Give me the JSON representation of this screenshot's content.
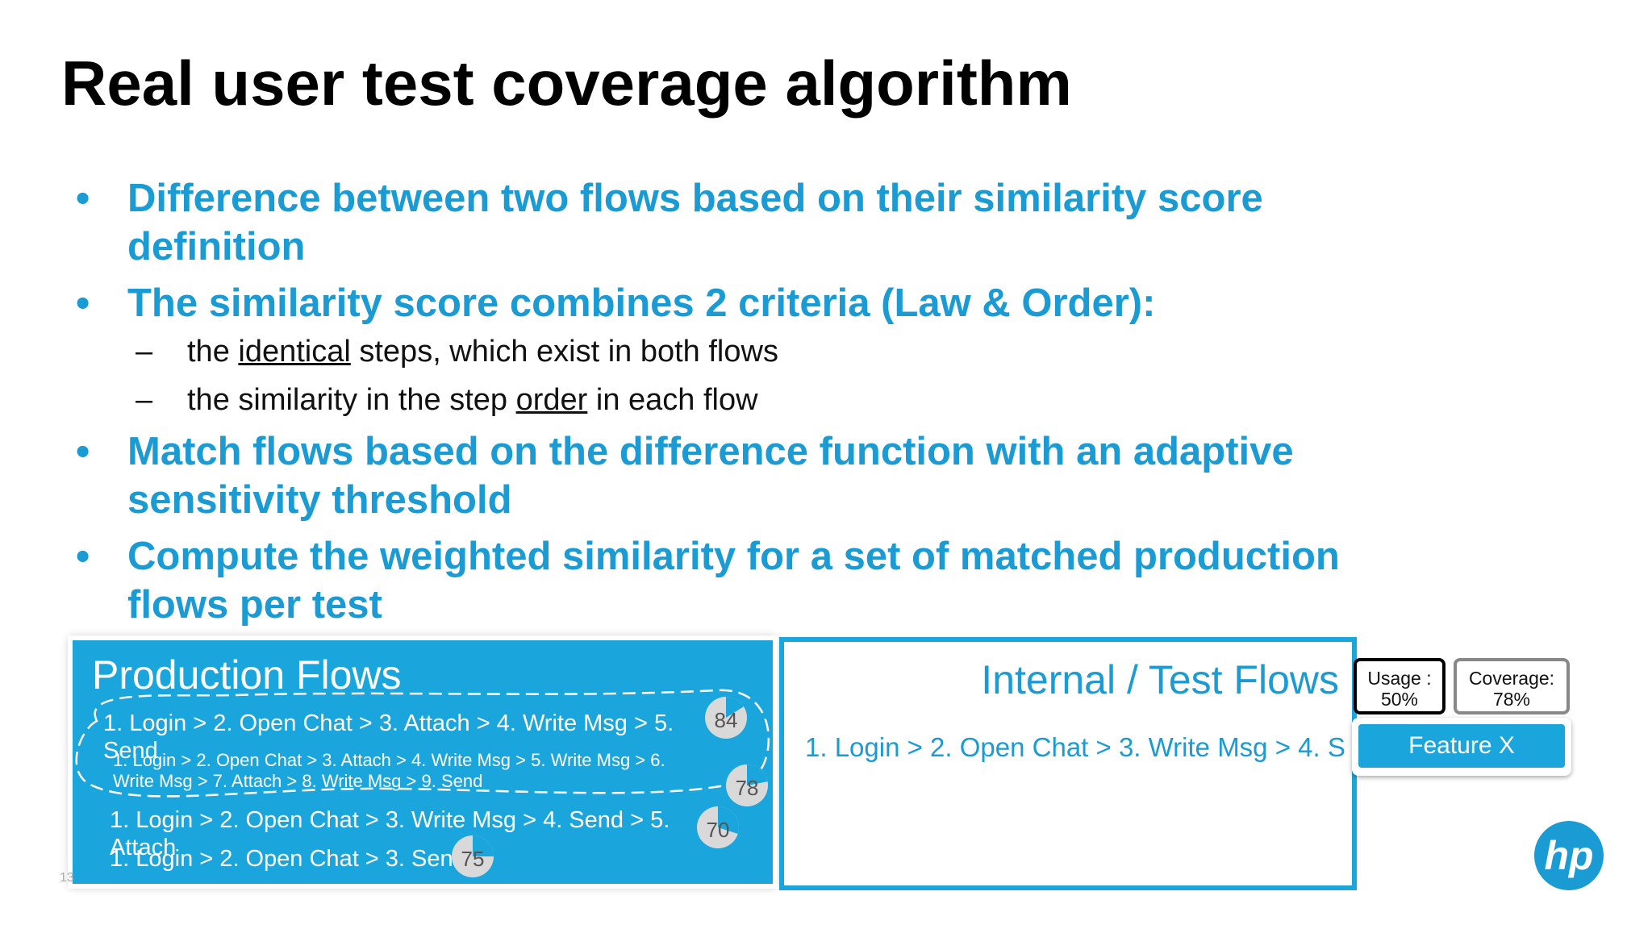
{
  "title": "Real user test coverage algorithm",
  "bullets": {
    "b1_line1": "Difference between two flows based on their similarity score",
    "b1_line2": "definition",
    "b2": "The similarity score combines 2 criteria (Law & Order):",
    "sub1_pre": "the ",
    "sub1_u": "identical",
    "sub1_post": " steps, which exist in both flows",
    "sub2_pre": "the similarity in the step ",
    "sub2_u": "order",
    "sub2_post": " in each flow",
    "b3_line1": "Match flows based on the difference function with an adaptive",
    "b3_line2": "sensitivity threshold",
    "b4_line1": "Compute the weighted similarity for a set of matched production",
    "b4_line2": "flows per test",
    "bullet_glyph": "•",
    "dash_glyph": "–"
  },
  "production": {
    "title": "Production Flows",
    "flows": [
      "1. Login > 2. Open Chat > 3. Attach > 4. Write Msg > 5. Send",
      "1. Login > 2. Open Chat > 3. Attach > 4. Write Msg > 5. Write Msg > 6. Write Msg > 7. Attach > 8. Write Msg > 9. Send",
      "1. Login > 2. Open Chat > 3. Write Msg > 4. Send > 5. Attach",
      "1. Login > 2. Open Chat > 3. Send"
    ],
    "scores": [
      "84",
      "78",
      "70",
      "75"
    ],
    "score_levels": [
      0.84,
      0.78,
      0.7,
      0.75
    ]
  },
  "test": {
    "title": "Internal / Test Flows",
    "flow": "1. Login > 2. Open Chat > 3. Write Msg > 4. S"
  },
  "widgets": {
    "usage": "Usage : 50%",
    "coverage": "Coverage: 78%",
    "feature": "Feature X"
  },
  "slide_number": "13",
  "logo_text": "hp",
  "colors": {
    "accent": "#1a9bd4",
    "panel": "#1aa6dc",
    "title": "#000000"
  }
}
